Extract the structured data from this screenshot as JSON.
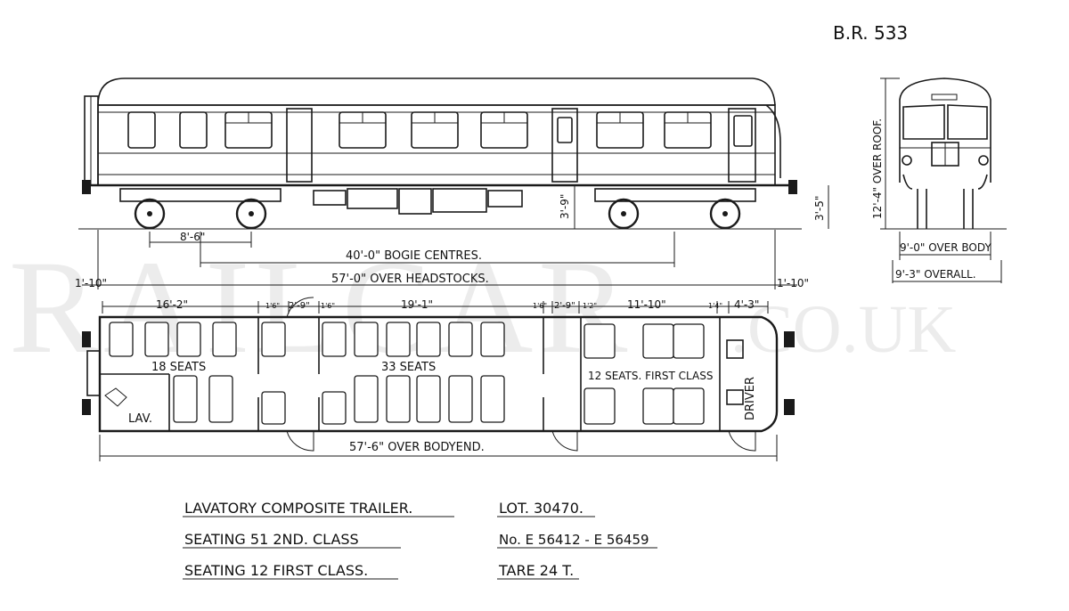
{
  "watermark": {
    "main": "RAILCAR",
    "suffix": ".CO.UK"
  },
  "diagram_number": "B.R. 533",
  "side_elevation": {
    "dim_bogie_wheelbase": "8'-6\"",
    "dim_bogie_centres": "40'-0\" BOGIE CENTRES.",
    "dim_headstocks": "57'-0\" OVER HEADSTOCKS.",
    "dim_overhang_left": "1'-10\"",
    "dim_overhang_right": "1'-10\"",
    "dim_floor_height": "3'-9\"",
    "dim_buffer_height": "3'-5\""
  },
  "end_elevation": {
    "dim_over_roof": "12'-4\" OVER ROOF.",
    "dim_over_body": "9'-0\" OVER BODY",
    "dim_overall": "9'-3\" OVERALL."
  },
  "plan": {
    "dims_top": [
      "16'-2\"",
      "1'6\"",
      "2'-9\"",
      "1'6\"",
      "19'-1\"",
      "1'6\"",
      "2'-9\"",
      "1'2\"",
      "11'-10\"",
      "1'4\"",
      "4'-3\""
    ],
    "label_18": "18 SEATS",
    "label_33": "33 SEATS",
    "label_12": "12 SEATS. FIRST CLASS",
    "label_lav": "LAV.",
    "label_driver": "DRIVER",
    "dim_bodyend": "57'-6\" OVER BODYEND."
  },
  "info": {
    "left": [
      "LAVATORY COMPOSITE TRAILER.",
      "SEATING 51 2ND. CLASS",
      "SEATING 12 FIRST CLASS."
    ],
    "right": [
      "LOT. 30470.",
      "No. E 56412 - E 56459",
      "TARE 24 T."
    ]
  }
}
